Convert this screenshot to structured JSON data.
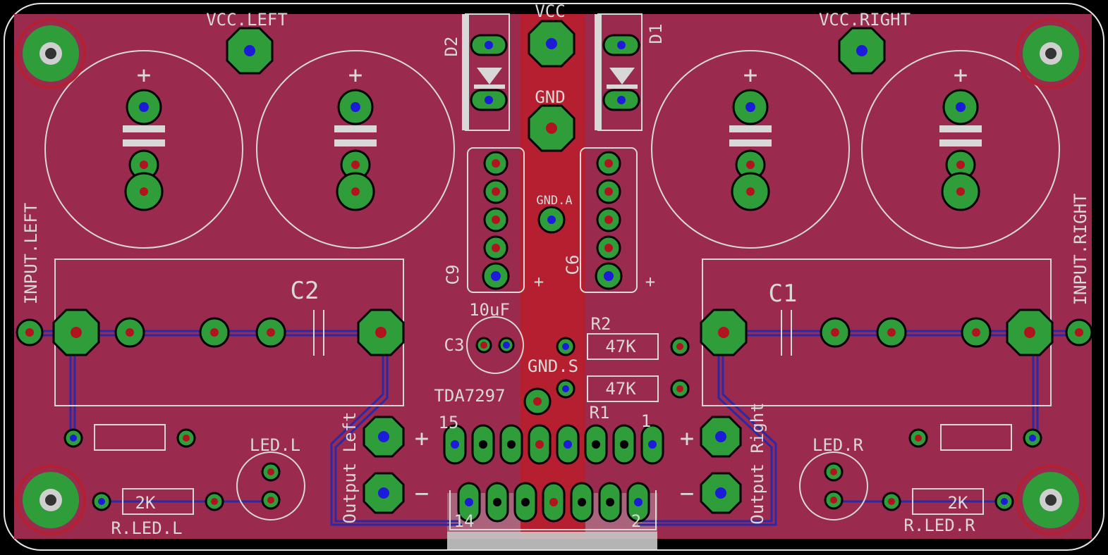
{
  "colors": {
    "background": "#000000",
    "board": "#9a2a4e",
    "board_edge": "#e6e6e6",
    "copper_trace": "#b51f2f",
    "bottom_trace": "#2a2aa8",
    "pad_green": "#2f9e3a",
    "pad_outline": "#000000",
    "drill_blue": "#1c1cd8",
    "drill_red": "#b0141e",
    "silkscreen": "#d8d8d8"
  },
  "labels": {
    "vcc_left": "VCC.LEFT",
    "vcc": "VCC",
    "vcc_right": "VCC.RIGHT",
    "d1": "D1",
    "d2": "D2",
    "gnd": "GND",
    "gnd_a": "GND.A",
    "gnd_s": "GND.S",
    "c9": "C9",
    "c6": "C6",
    "c2": "C2",
    "c1": "C1",
    "c3": "C3",
    "c3_value": "10uF",
    "r1": "R1",
    "r2": "R2",
    "r1_value": "47K",
    "r2_value": "47K",
    "ic": "TDA7297",
    "pin15": "15",
    "pin1": "1",
    "pin14": "14",
    "pin2": "2",
    "input_left": "INPUT.LEFT",
    "input_right": "INPUT.RIGHT",
    "output_left": "Output Left",
    "output_right": "Output Right",
    "led_l": "LED.L",
    "led_r": "LED.R",
    "r_led_l": "R.LED.L",
    "r_led_r": "R.LED.R",
    "r_led_l_value": "2K",
    "r_led_r_value": "2K",
    "plus": "+",
    "minus": "−"
  }
}
